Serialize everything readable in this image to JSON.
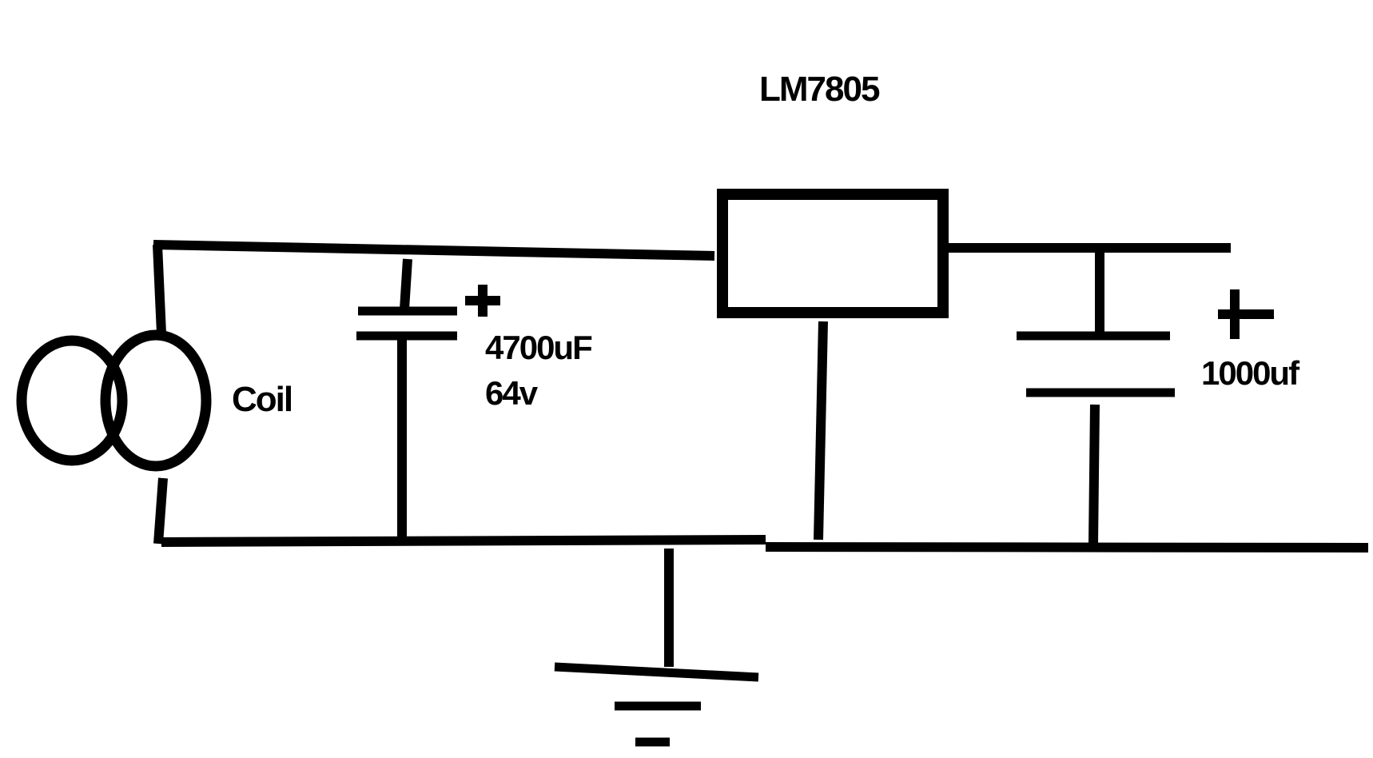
{
  "diagram": {
    "type": "circuit-schematic",
    "stroke_color": "#000000",
    "background_color": "#ffffff",
    "components": {
      "regulator": {
        "label": "LM7805",
        "symbol": "rectangle"
      },
      "coil": {
        "label": "Coil",
        "symbol": "double-loop-coil"
      },
      "input_capacitor": {
        "value": "4700uF",
        "voltage": "64v",
        "polarity": "+",
        "symbol": "polarized-capacitor"
      },
      "output_capacitor": {
        "value": "1000uf",
        "polarity": "+",
        "symbol": "polarized-capacitor"
      },
      "ground": {
        "symbol": "ground"
      }
    }
  }
}
